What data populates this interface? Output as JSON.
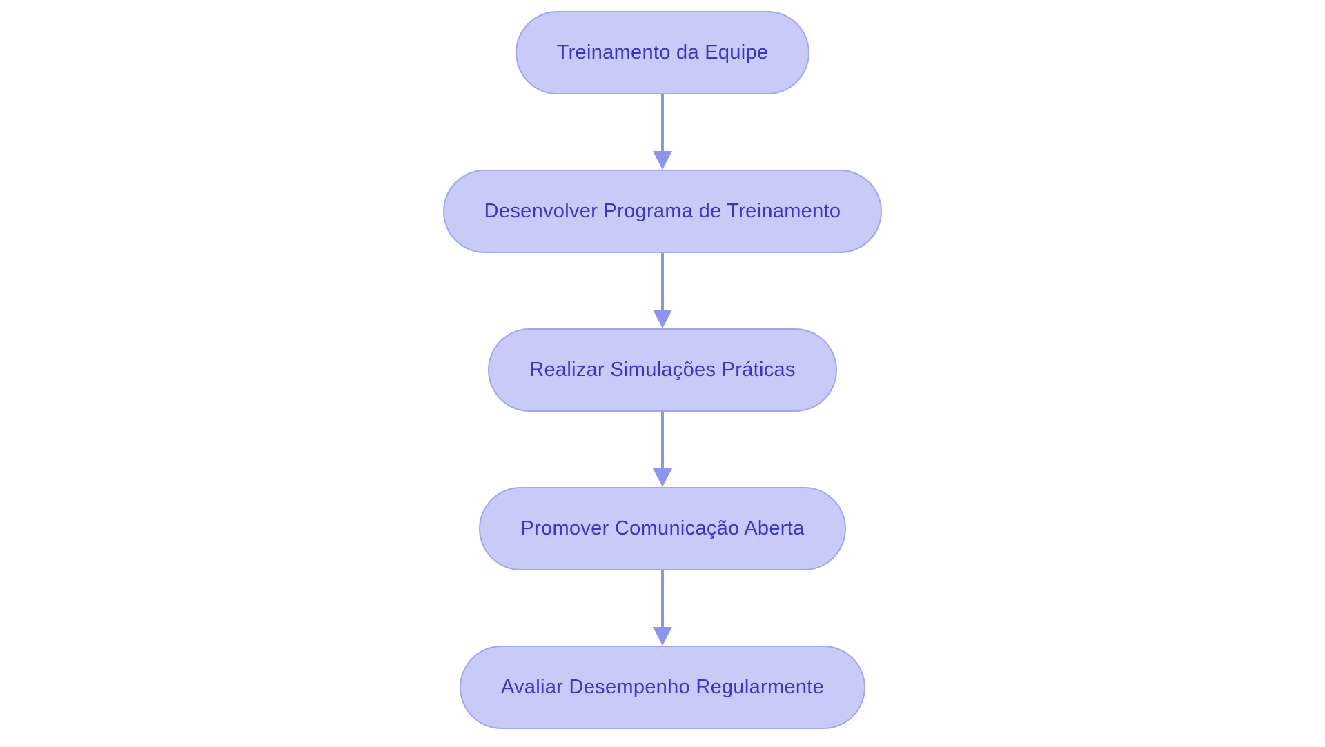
{
  "flowchart": {
    "type": "flowchart",
    "direction": "top-down",
    "nodes": [
      {
        "label": "Treinamento da Equipe"
      },
      {
        "label": "Desenvolver Programa de Treinamento"
      },
      {
        "label": "Realizar Simulações Práticas"
      },
      {
        "label": "Promover Comunicação Aberta"
      },
      {
        "label": "Avaliar Desempenho Regularmente"
      }
    ],
    "edges": [
      {
        "from": "Treinamento da Equipe",
        "to": "Desenvolver Programa de Treinamento"
      },
      {
        "from": "Desenvolver Programa de Treinamento",
        "to": "Realizar Simulações Práticas"
      },
      {
        "from": "Realizar Simulações Práticas",
        "to": "Promover Comunicação Aberta"
      },
      {
        "from": "Promover Comunicação Aberta",
        "to": "Avaliar Desempenho Regularmente"
      }
    ],
    "colors": {
      "node_fill": "#c8cbf7",
      "node_border": "#a1a6ef",
      "node_text": "#3a35c2",
      "arrow": "#8e94e9",
      "background": "#ffffff"
    }
  }
}
